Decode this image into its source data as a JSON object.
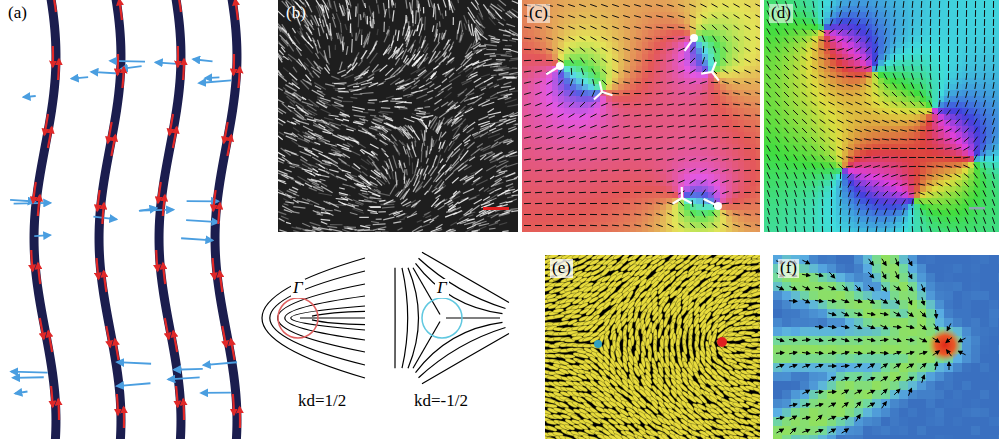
{
  "diagram": {
    "labels": [
      "(a)",
      "(b)",
      "(c)",
      "(d)",
      "Γ",
      "Γ",
      "kd=1/2",
      "kd=-1/2",
      "(e)",
      "(f)"
    ]
  }
}
